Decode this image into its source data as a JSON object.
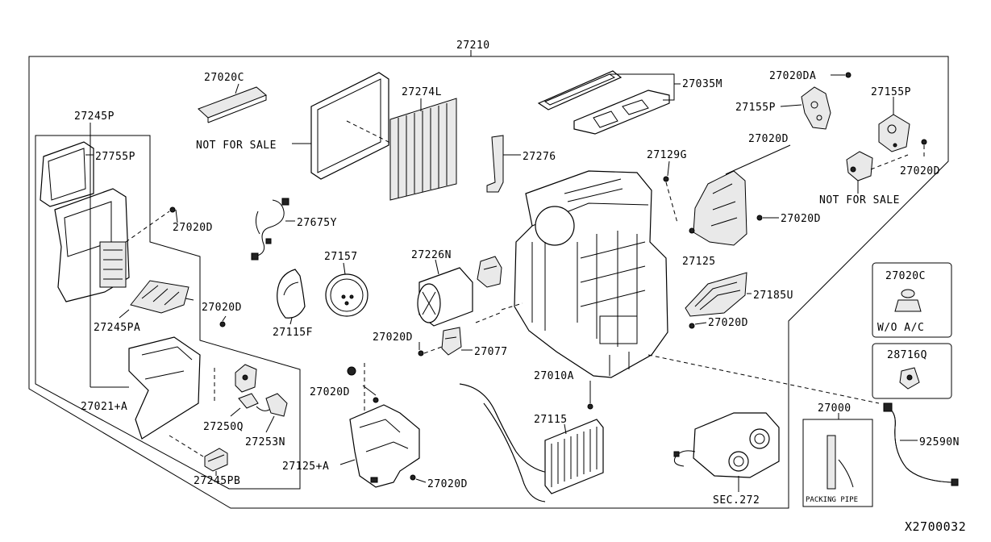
{
  "diagram_id": "X2700032",
  "callouts": {
    "p27210": "27210",
    "p27020C_top": "27020C",
    "p27274L": "27274L",
    "p27035M": "27035M",
    "p27020DA": "27020DA",
    "p27155P_a": "27155P",
    "p27155P_b": "27155P",
    "p27245P": "27245P",
    "p27755P": "27755P",
    "nfs_left": "NOT FOR SALE",
    "p27276": "27276",
    "p27129G": "27129G",
    "p27020D_upper": "27020D",
    "p27020D_right": "27020D",
    "nfs_right": "NOT FOR SALE",
    "p27020D_l1": "27020D",
    "p27675Y": "27675Y",
    "p27020D_mid": "27020D",
    "p27125": "27125",
    "p27157": "27157",
    "p27226N": "27226N",
    "p27185U": "27185U",
    "p27020D_l2": "27020D",
    "p27115F": "27115F",
    "p27245PA": "27245PA",
    "p27020D_c": "27020D",
    "p27077": "27077",
    "p27020D_r2": "27020D",
    "p27010A": "27010A",
    "p27020D_d": "27020D",
    "p27021A": "27021+A",
    "p27250Q": "27250Q",
    "p27253N": "27253N",
    "p27115": "27115",
    "p27000": "27000",
    "p92590N": "92590N",
    "p27125A": "27125+A",
    "p27020D_e": "27020D",
    "p27245PB": "27245PB",
    "sec272": "SEC.272",
    "inset1_part": "27020C",
    "inset1_note": "W/O A/C",
    "inset2_part": "28716Q",
    "packing_pipe": "PACKING PIPE"
  }
}
